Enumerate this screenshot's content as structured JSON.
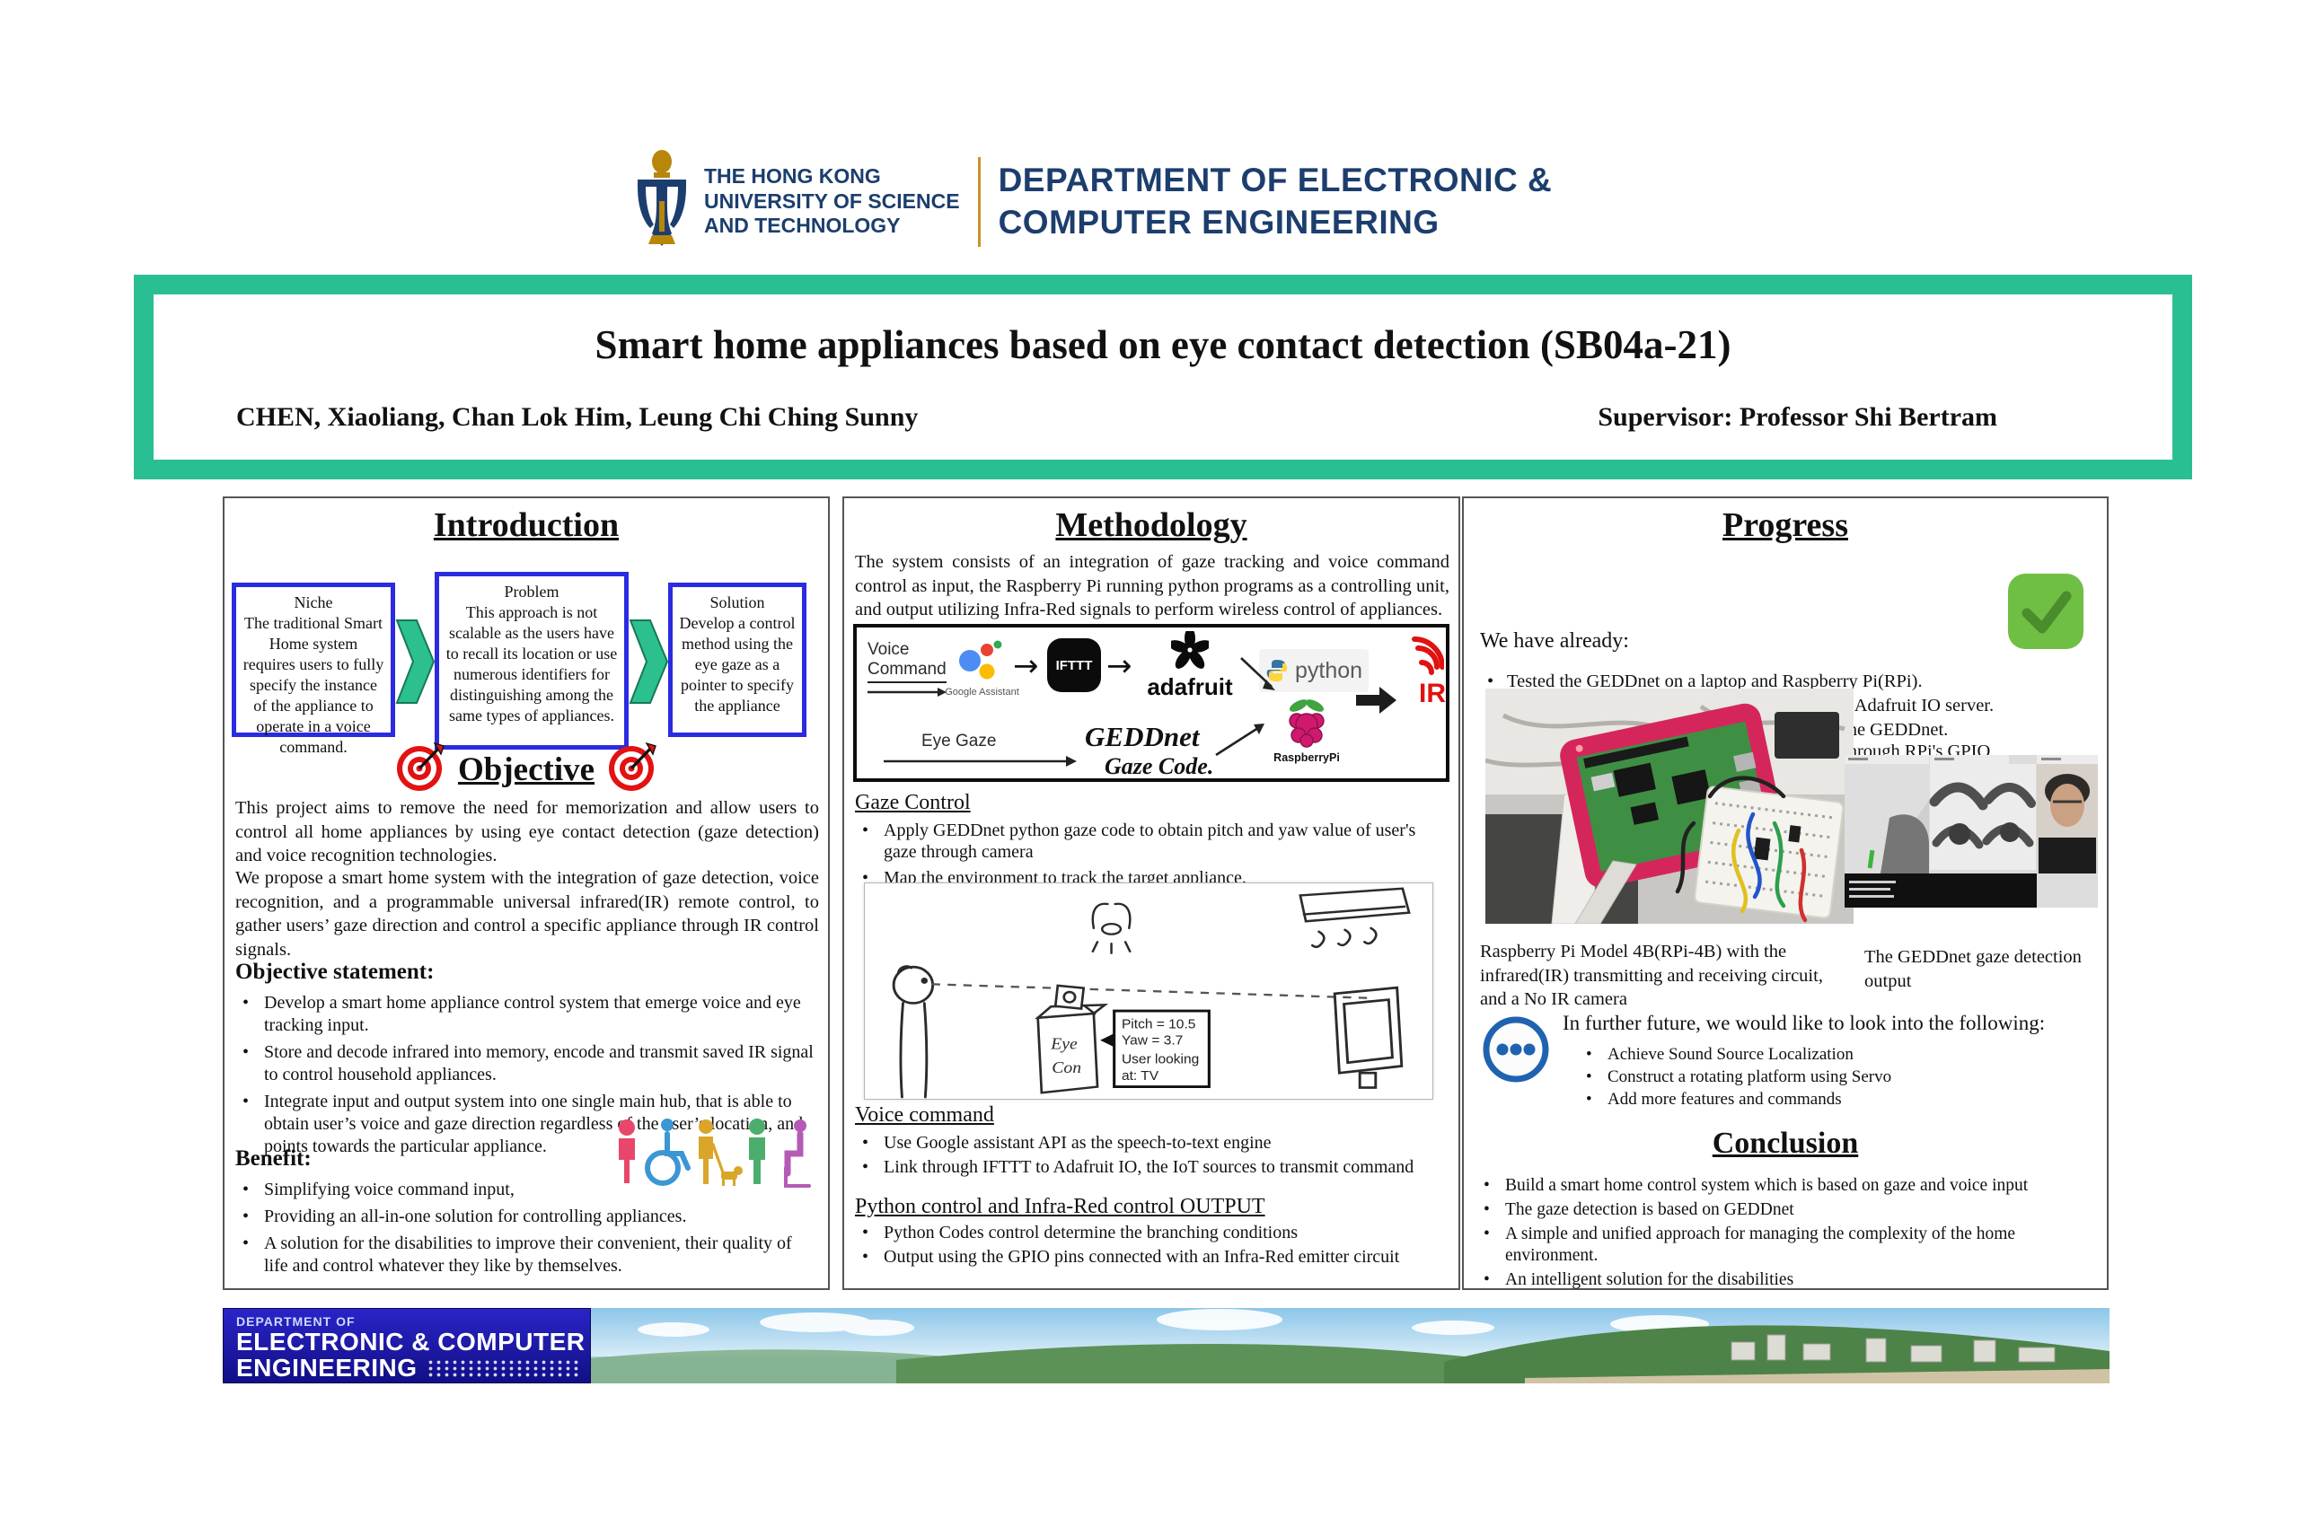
{
  "header": {
    "university_lines": [
      "THE HONG KONG",
      "UNIVERSITY OF SCIENCE",
      "AND TECHNOLOGY"
    ],
    "department_lines": [
      "DEPARTMENT OF ELECTRONIC &",
      "COMPUTER ENGINEERING"
    ]
  },
  "banner": {
    "title": "Smart home appliances based on eye contact detection (SB04a-21)",
    "authors": "CHEN, Xiaoliang, Chan Lok Him, Leung Chi Ching Sunny",
    "supervisor": "Supervisor: Professor Shi Bertram"
  },
  "colors": {
    "banner_green": "#2abf92",
    "box_blue": "#2b2be0",
    "chevron_green": "#2cc08f",
    "ir_red": "#e01212",
    "check_green": "#6fbf44",
    "future_blue": "#1f63b0",
    "navy": "#1c3e6e",
    "footer_blue": "#1a16b4"
  },
  "introduction": {
    "heading": "Introduction",
    "flow_boxes": [
      {
        "title": "Niche",
        "text": "The traditional Smart Home system requires users to fully specify the instance of the appliance to operate in a voice command."
      },
      {
        "title": "Problem",
        "text": "This approach is not scalable as the users have to recall its location or use numerous identifiers for distinguishing among the same types of appliances."
      },
      {
        "title": "Solution",
        "text": "Develop a control method using the eye gaze as a pointer to specify the appliance"
      }
    ],
    "objective_heading": "Objective",
    "objective_p1": "This project aims to remove the need for memorization and allow users to control all home appliances by using eye contact detection (gaze detection) and voice recognition technologies.",
    "objective_p2": "We propose a smart home system with the integration of gaze detection, voice recognition, and a programmable universal infrared(IR) remote control, to gather users’ gaze direction and control a specific appliance through IR control signals.",
    "statement_heading": "Objective statement:",
    "statement_bullets": [
      "Develop a smart home appliance control system that emerge voice and eye tracking input.",
      "Store and decode infrared into memory, encode and transmit saved IR signal to control household appliances.",
      "Integrate input and output system into one single main hub, that is able to obtain user’s voice and gaze direction regardless of the user’s location, and points towards the particular appliance."
    ],
    "benefit_heading": "Benefit:",
    "benefit_bullets": [
      "Simplifying voice command input,",
      "Providing an all-in-one solution for controlling appliances.",
      "A solution for the disabilities to improve their convenient, their quality of life and control whatever they like by themselves."
    ]
  },
  "methodology": {
    "heading": "Methodology",
    "intro": "The system consists of an integration of gaze tracking and voice command control as input, the Raspberry Pi running python programs as a controlling unit, and output utilizing Infra-Red signals to perform wireless control of appliances.",
    "diagram": {
      "voice_line1": "Voice",
      "voice_line2": "Command",
      "google_label": "Google Assistant",
      "ifttt_label": "IFTTT",
      "adafruit_label": "adafruit",
      "python_label": "python",
      "rpi_label": "RaspberryPi",
      "ir_label": "IR",
      "eye_gaze_label": "Eye Gaze",
      "geddnet_label": "GEDDnet",
      "gaze_code_label": "Gaze Code."
    },
    "gaze_control": {
      "heading": "Gaze Control",
      "bullets": [
        "Apply GEDDnet python gaze code to obtain pitch and yaw value of user's gaze through camera",
        "Map the environment to track the target appliance."
      ]
    },
    "sketch": {
      "bubble_lines": [
        "Pitch = 10.5",
        "Yaw = 3.7",
        "User looking",
        "at: TV"
      ],
      "eye_con_line1": "Eye",
      "eye_con_line2": "Con"
    },
    "voice_command": {
      "heading": "Voice command",
      "bullets": [
        "Use Google assistant API as the speech-to-text engine",
        "Link through IFTTT to Adafruit IO, the IoT sources to transmit command"
      ]
    },
    "python_control": {
      "heading": "Python control and Infra-Red control OUTPUT",
      "bullets": [
        "Python Codes control determine the branching conditions",
        "Output using the GPIO pins connected with an Infra-Red emitter circuit"
      ]
    }
  },
  "progress": {
    "heading": "Progress",
    "intro": "We have already:",
    "bullets": [
      "Tested the GEDDnet on a laptop and Raspberry Pi(RPi).",
      "linked between the Google Assistant to the Adafruit IO server.",
      "the GEDDnet.",
      "through RPi's GPIO"
    ],
    "caption_left": "Raspberry Pi Model 4B(RPi-4B) with the infrared(IR) transmitting and receiving circuit, and a No IR camera",
    "caption_right": "The GEDDnet gaze detection output",
    "future": {
      "intro": "In further future, we would like to look into the following:",
      "bullets": [
        "Achieve Sound Source Localization",
        "Construct a rotating platform using Servo",
        "Add more features and commands"
      ]
    },
    "conclusion": {
      "heading": "Conclusion",
      "bullets": [
        "Build a smart home control system which is based on gaze and voice input",
        "The gaze detection is based on GEDDnet",
        "A simple and unified approach for managing the complexity of the home environment.",
        "An intelligent solution for the disabilities"
      ]
    }
  },
  "footer": {
    "dept_small": "DEPARTMENT OF",
    "dept_large_1": "ELECTRONIC & COMPUTER",
    "dept_large_2": "ENGINEERING"
  }
}
